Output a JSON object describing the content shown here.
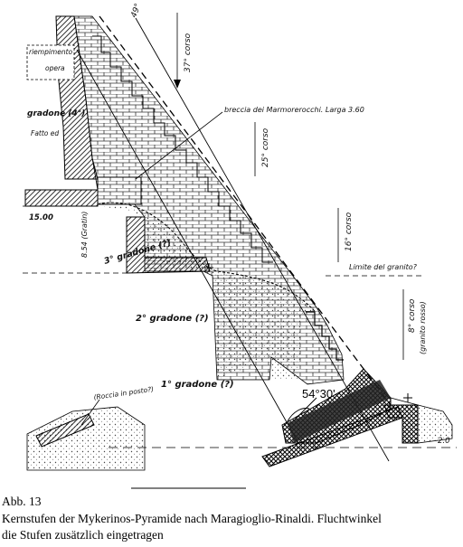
{
  "labels": {
    "top_arrow": "49°",
    "course_37": "37° corso",
    "course_25": "25° corso",
    "course_16": "16° corso",
    "course_8": "8° corso",
    "course_8_note": "(granito rosso)",
    "left_top_1": "riempimento",
    "left_top_2": "opera",
    "gradone4": "gradone (4°)",
    "left_note": "Fatto ed",
    "breccia": "breccia dei Marmorerocchi. Larga 3.60",
    "limit_granite": "Limite del granito?",
    "level_1500": "15.00",
    "level_854": "8.54 (Gratin)",
    "gradone3": "3° gradone (?)",
    "gradone2": "2° gradone (?)",
    "gradone1": "1° gradone (?)",
    "angle": "54°30'",
    "base_rock": "(Roccia in posto?)",
    "right_base": "2.0"
  },
  "caption": {
    "figure": "Abb. 13",
    "line1": "Kernstufen der Mykerinos-Pyramide nach Maragioglio-Rinaldi. Fluchtwinkel",
    "line2": "die Stufen zusätzlich eingetragen"
  }
}
